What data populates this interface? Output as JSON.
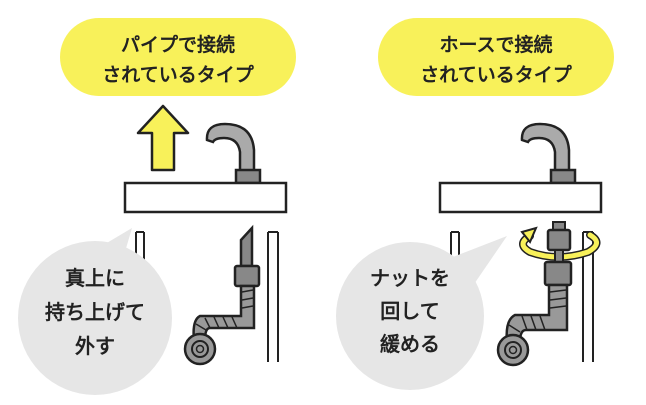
{
  "colors": {
    "label_bg": "#f8f15a",
    "bubble_bg": "#e6e6e6",
    "metal": "#9a9a9a",
    "outline": "#222222"
  },
  "panels": [
    {
      "title_lines": [
        "パイプで接続",
        "されているタイプ"
      ],
      "bubble_lines": [
        "真上に",
        "持ち上げて",
        "外す"
      ],
      "icon": "up-arrow-icon"
    },
    {
      "title_lines": [
        "ホースで接続",
        "されているタイプ"
      ],
      "bubble_lines": [
        "ナットを",
        "回して",
        "緩める"
      ],
      "icon": "rotate-arrow-icon"
    }
  ]
}
